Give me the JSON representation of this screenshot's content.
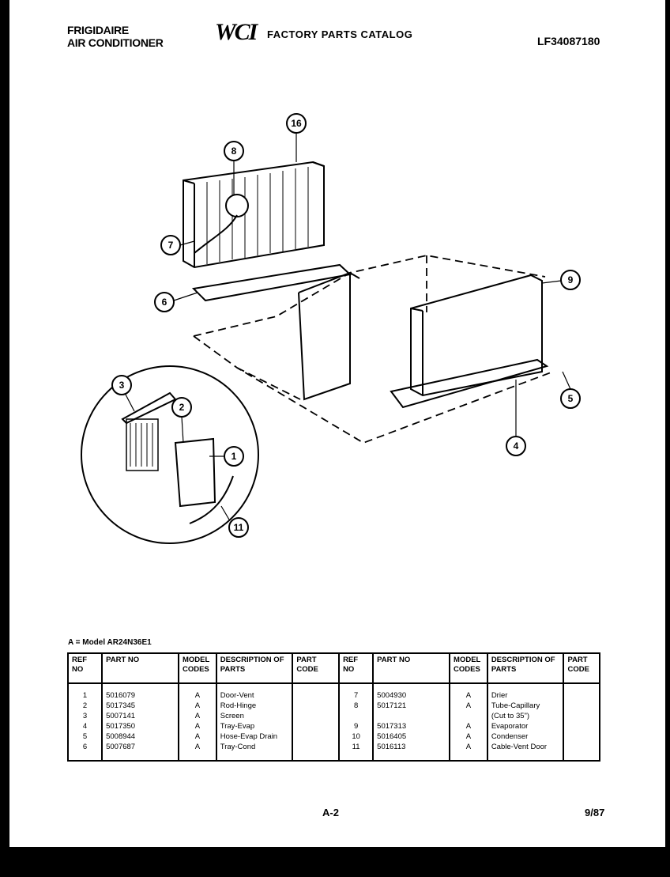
{
  "header": {
    "brand_line1": "FRIGIDAIRE",
    "brand_line2": "AIR CONDITIONER",
    "logo_text": "WCI",
    "catalog_title": "FACTORY PARTS CATALOG",
    "model_number": "LF34087180"
  },
  "diagram": {
    "callouts": [
      "1",
      "2",
      "3",
      "4",
      "5",
      "6",
      "7",
      "8",
      "9",
      "11",
      "16"
    ]
  },
  "model_note": "A = Model AR24N36E1",
  "table": {
    "headers": {
      "ref_no": "REF NO",
      "part_no": "PART NO",
      "model_codes": "MODEL CODES",
      "description": "DESCRIPTION OF PARTS",
      "part_code": "PART CODE"
    },
    "left_rows": [
      {
        "ref": "1",
        "part": "5016079",
        "model": "A",
        "desc": "Door-Vent",
        "code": ""
      },
      {
        "ref": "2",
        "part": "5017345",
        "model": "A",
        "desc": "Rod-Hinge",
        "code": ""
      },
      {
        "ref": "3",
        "part": "5007141",
        "model": "A",
        "desc": "Screen",
        "code": ""
      },
      {
        "ref": "4",
        "part": "5017350",
        "model": "A",
        "desc": "Tray-Evap",
        "code": ""
      },
      {
        "ref": "5",
        "part": "5008944",
        "model": "A",
        "desc": "Hose-Evap Drain",
        "code": ""
      },
      {
        "ref": "6",
        "part": "5007687",
        "model": "A",
        "desc": "Tray-Cond",
        "code": ""
      }
    ],
    "right_rows": [
      {
        "ref": "7",
        "part": "5004930",
        "model": "A",
        "desc": "Drier",
        "code": ""
      },
      {
        "ref": "8",
        "part": "5017121",
        "model": "A",
        "desc": "Tube-Capillary",
        "code": ""
      },
      {
        "ref": "",
        "part": "",
        "model": "",
        "desc": "(Cut to 35\")",
        "code": ""
      },
      {
        "ref": "9",
        "part": "5017313",
        "model": "A",
        "desc": "Evaporator",
        "code": ""
      },
      {
        "ref": "10",
        "part": "5016405",
        "model": "A",
        "desc": "Condenser",
        "code": ""
      },
      {
        "ref": "11",
        "part": "5016113",
        "model": "A",
        "desc": "Cable-Vent Door",
        "code": ""
      }
    ]
  },
  "footer": {
    "page": "A-2",
    "date": "9/87"
  }
}
